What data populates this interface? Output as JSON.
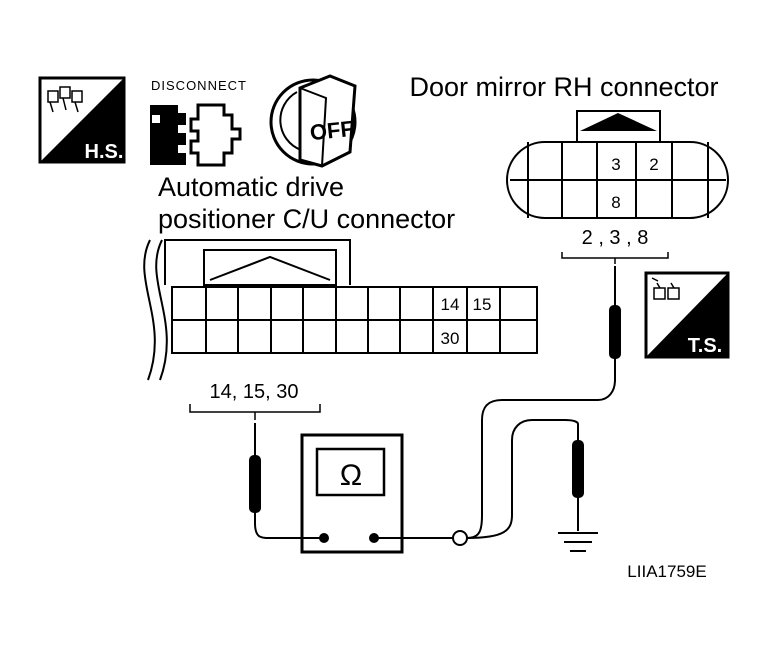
{
  "icons": {
    "harness_side": {
      "label": "H.S.",
      "icon": "harness-side-icon"
    },
    "terminal_side": {
      "label": "T.S.",
      "icon": "terminal-side-icon"
    },
    "disconnect": {
      "label": "DISCONNECT",
      "icon": "disconnect-connector-icon"
    },
    "ignition": {
      "label": "OFF",
      "icon": "ignition-off-icon"
    }
  },
  "door_mirror_connector": {
    "title": "Door mirror RH connector",
    "pins": {
      "p3": "3",
      "p2": "2",
      "p8": "8"
    },
    "terminals_label": "2 , 3 , 8"
  },
  "adp_connector": {
    "title_line1": "Automatic drive",
    "title_line2": "positioner C/U connector",
    "pins": {
      "p14": "14",
      "p15": "15",
      "p30": "30"
    },
    "terminals_label": "14, 15, 30"
  },
  "meter": {
    "symbol": "Ω",
    "icon": "ohmmeter-icon"
  },
  "ground": {
    "icon": "ground-icon"
  },
  "figure_code": "LIIA1759E",
  "colors": {
    "ink": "#000000",
    "paper": "#ffffff"
  }
}
